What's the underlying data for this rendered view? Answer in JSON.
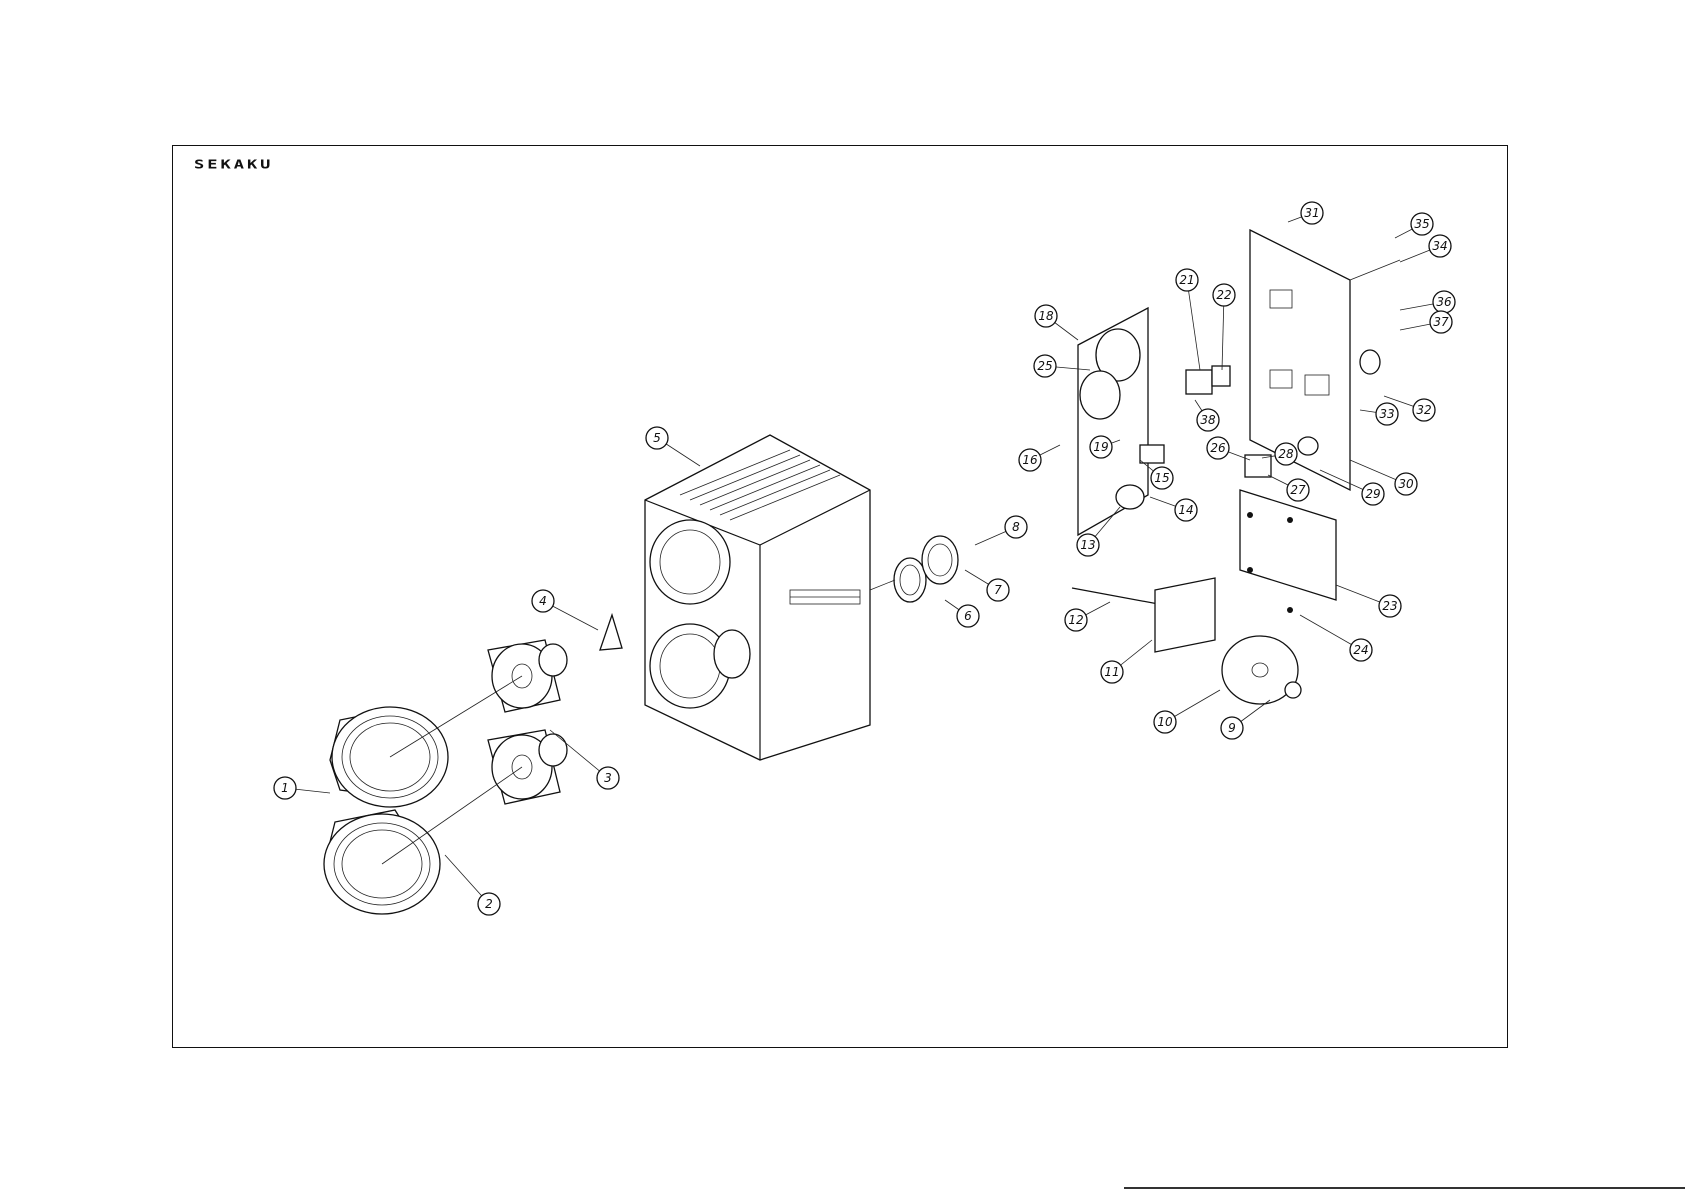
{
  "brand": {
    "logo_text": "SEKAKU"
  },
  "callouts": [
    "1",
    "2",
    "3",
    "4",
    "5",
    "6",
    "7",
    "8",
    "9",
    "10",
    "11",
    "12",
    "13",
    "14",
    "15",
    "16",
    "18",
    "19",
    "21",
    "22",
    "23",
    "24",
    "25",
    "26",
    "27",
    "28",
    "29",
    "30",
    "31",
    "32",
    "33",
    "34",
    "35",
    "36",
    "37",
    "38"
  ],
  "colors": {
    "ink": "#111111",
    "paper": "#ffffff"
  }
}
